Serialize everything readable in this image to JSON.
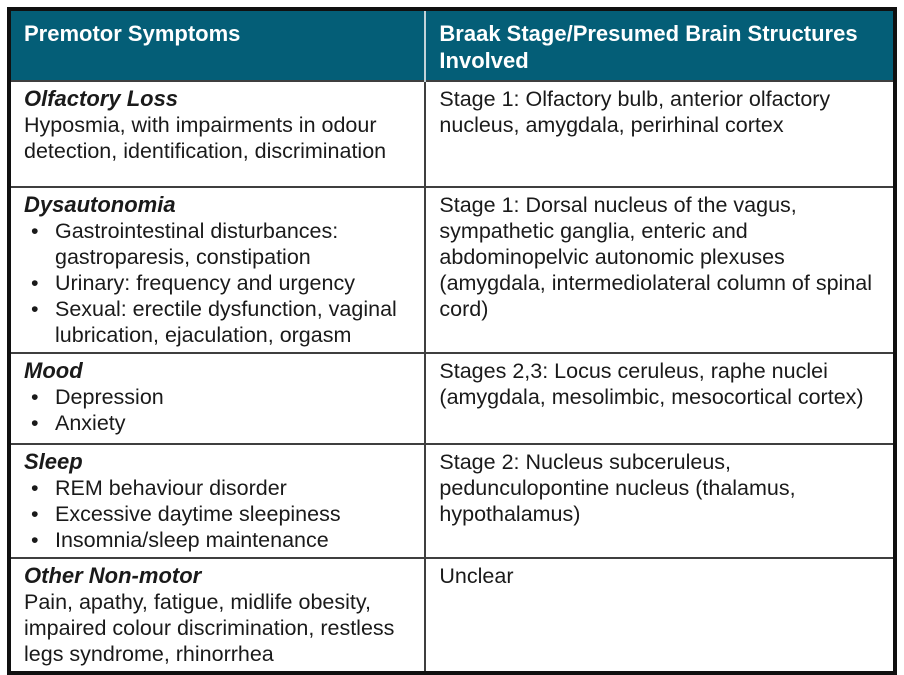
{
  "colors": {
    "header_bg": "#045e77",
    "header_text": "#ffffff",
    "border_outer": "#101010",
    "border_inner": "#3f3f3f",
    "header_divider": "#c2d3d9",
    "body_text": "#1a1a1a"
  },
  "icons": {
    "bullet": "•"
  },
  "header": {
    "col_symptoms": "Premotor Symptoms",
    "col_structures": "Braak Stage/Presumed Brain Structures Involved"
  },
  "rows": [
    {
      "title": "Olfactory Loss",
      "description": "Hyposmia, with impairments in odour detection, identification, discrimination",
      "bullets": [],
      "structures": "Stage 1: Olfactory bulb, anterior olfactory nucleus, amygdala, perirhinal cortex"
    },
    {
      "title": "Dysautonomia",
      "description": "",
      "bullets": [
        "Gastrointestinal disturbances: gastroparesis, constipation",
        "Urinary: frequency and urgency",
        "Sexual: erectile dysfunction, vaginal lubrication, ejaculation, orgasm"
      ],
      "structures": "Stage 1: Dorsal nucleus of the vagus, sympathetic ganglia, enteric and abdominopelvic autonomic plexuses (amygdala, intermediolateral column of spinal cord)"
    },
    {
      "title": "Mood",
      "description": "",
      "bullets": [
        "Depression",
        "Anxiety"
      ],
      "structures": "Stages 2,3: Locus ceruleus, raphe nuclei (amygdala, mesolimbic, mesocortical cortex)"
    },
    {
      "title": "Sleep",
      "description": "",
      "bullets": [
        "REM behaviour disorder",
        "Excessive daytime sleepiness",
        "Insomnia/sleep maintenance"
      ],
      "structures": "Stage 2: Nucleus subceruleus, pedunculopontine nucleus (thalamus, hypothalamus)"
    },
    {
      "title": "Other Non-motor",
      "description": "Pain, apathy, fatigue, midlife obesity, impaired colour discrimination, restless legs syndrome, rhinorrhea",
      "bullets": [],
      "structures": "Unclear"
    }
  ]
}
